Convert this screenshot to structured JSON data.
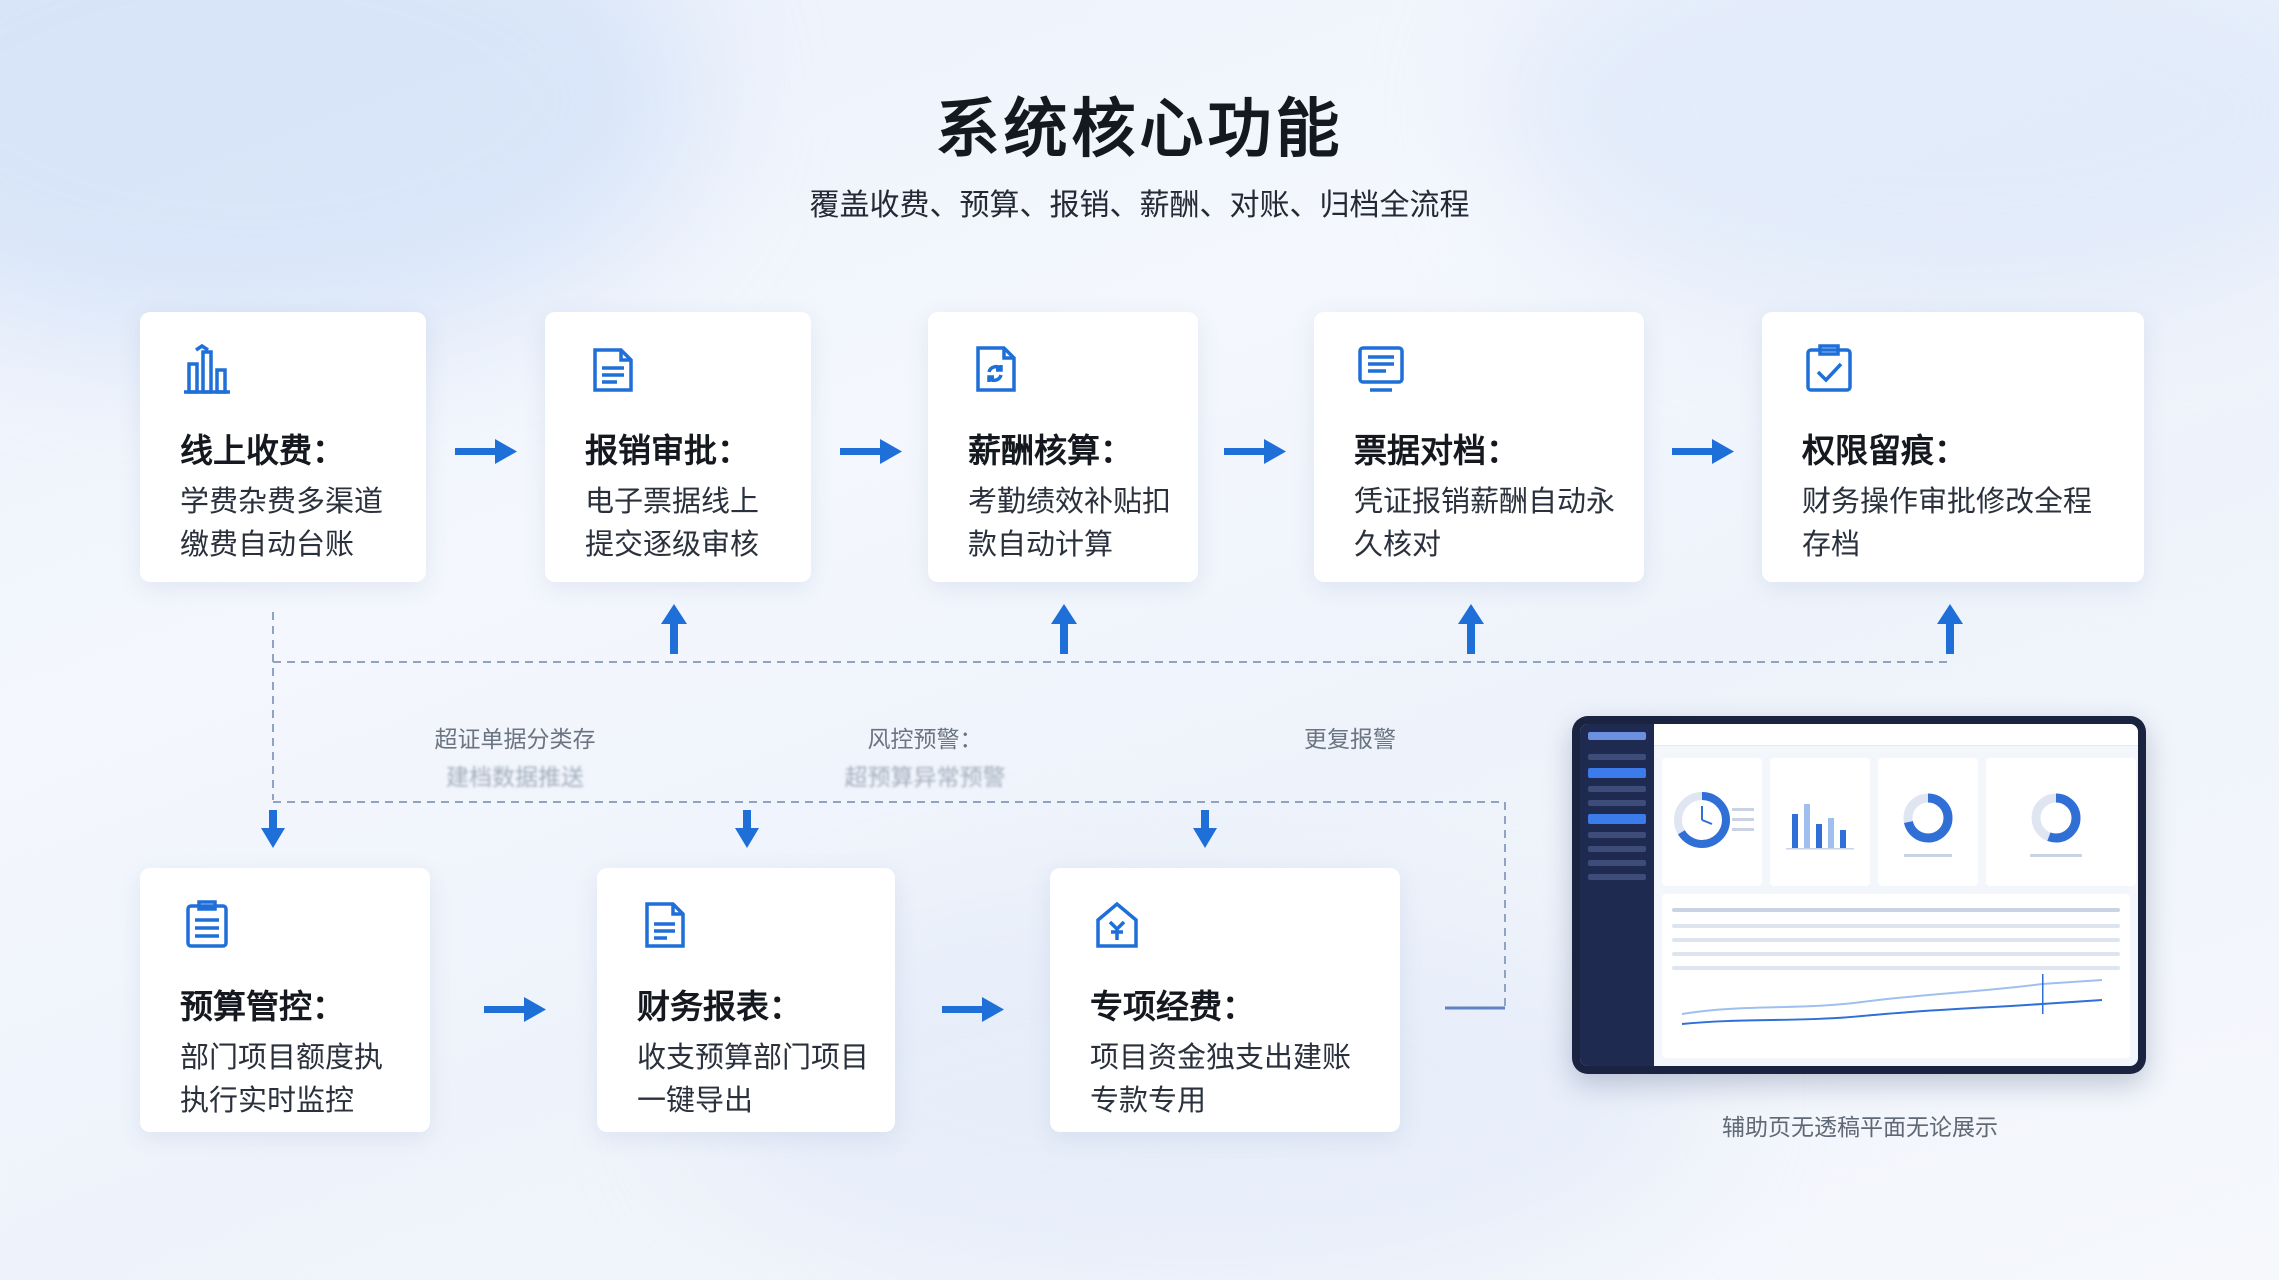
{
  "header": {
    "title": "系统核心功能",
    "subtitle": "覆盖收费、预算、报销、薪酬、对账、归档全流程"
  },
  "top_row": [
    {
      "title": "线上收费：",
      "desc": "学费杂费多渠道缴费自动台账",
      "icon": "bar-chart-icon"
    },
    {
      "title": "报销审批：",
      "desc": "电子票据线上提交逐级审核",
      "icon": "document-icon"
    },
    {
      "title": "薪酬核算：",
      "desc": "考勤绩效补贴扣款自动计算",
      "icon": "recycle-document-icon"
    },
    {
      "title": "票据对档：",
      "desc": "凭证报销薪酬自动永久核对",
      "icon": "monitor-list-icon"
    },
    {
      "title": "权限留痕：",
      "desc": "财务操作审批修改全程存档",
      "icon": "checked-clipboard-icon"
    }
  ],
  "bottom_row": [
    {
      "title": "预算管控：",
      "desc": "部门项目额度执执行实时监控",
      "icon": "clipboard-list-icon"
    },
    {
      "title": "财务报表：",
      "desc": "收支预算部门项目一键导出",
      "icon": "report-doc-icon"
    },
    {
      "title": "专项经费：",
      "desc": "项目资金独支出建账专款专用",
      "icon": "money-doc-icon"
    }
  ],
  "captions": {
    "c1_line1": "超证单据分类存",
    "c1_line2": "建档数据推送",
    "c2_line1": "风控预警：",
    "c2_line2": "超预算异常预警",
    "c3_line1": "更复报警"
  },
  "screen_note": "辅助页无透稿平面无论展示",
  "colors": {
    "accent": "#1f6fd9",
    "dashed_line": "#8fa4c1",
    "card_bg": "#ffffff",
    "title_text": "#14181f"
  }
}
